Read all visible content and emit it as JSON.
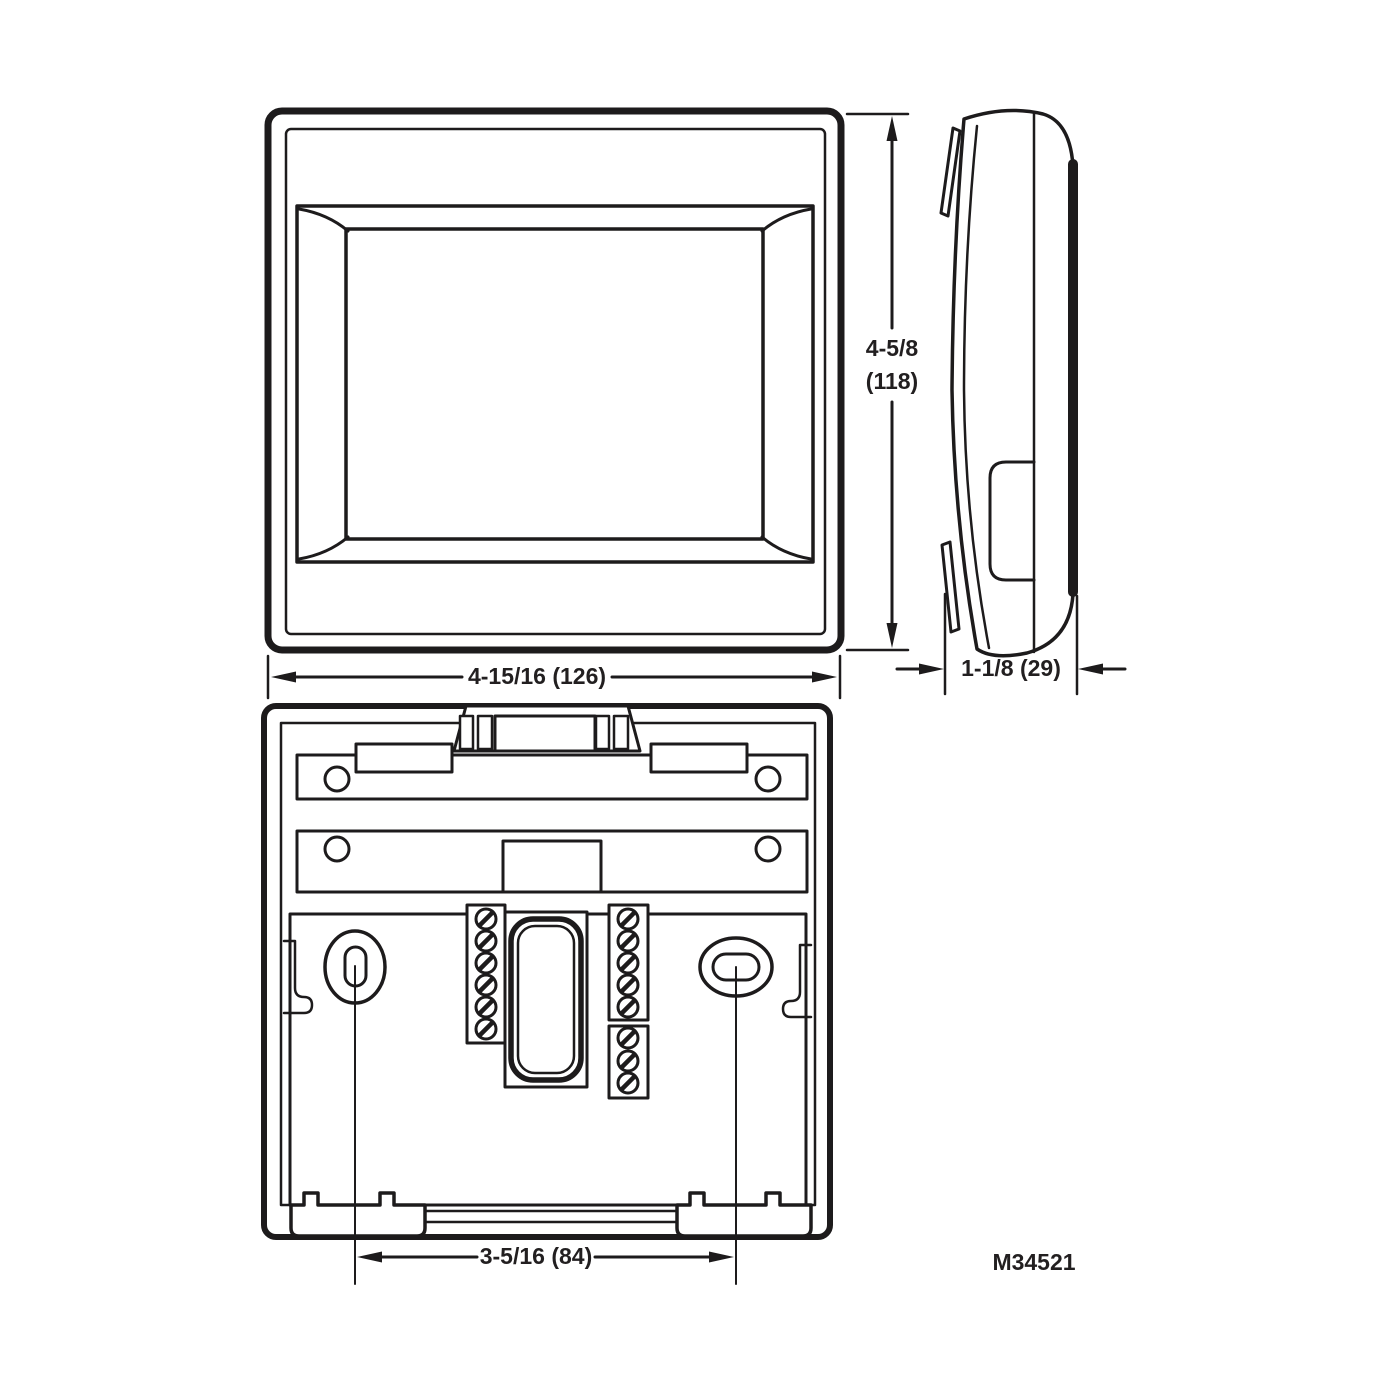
{
  "diagram": {
    "views": {
      "front": {
        "height_label_line1": "4-5/8",
        "height_label_line2": "(118)",
        "width_label": "4-15/16 (126)"
      },
      "side": {
        "depth_label": "1-1/8 (29)"
      },
      "back": {
        "hole_spacing_label": "3-5/16 (84)"
      }
    },
    "drawing_number": "M34521",
    "colors": {
      "ink": "#1d1b1c",
      "background": "#ffffff"
    }
  }
}
